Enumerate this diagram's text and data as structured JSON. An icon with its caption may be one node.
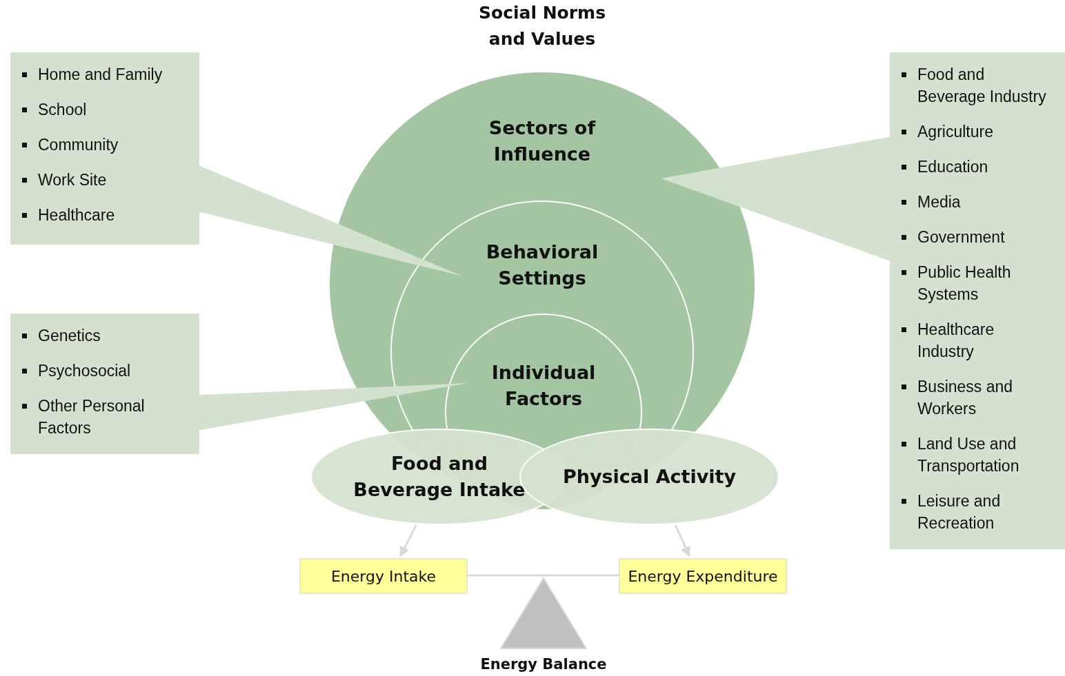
{
  "diagram": {
    "nodes": [
      {
        "text": [
          "Sectors of Influence"
        ]
      },
      {
        "text": [
          "Behavioral Settings"
        ],
        "in": 0
      },
      {
        "text": [
          "Individual Factors"
        ],
        "in": 1
      },
      {
        "text": [
          "Food and Beverage Intake"
        ]
      },
      {
        "text": [
          "Physical Activity"
        ]
      },
      {
        "text": [
          "Energy Intake"
        ]
      },
      {
        "text": [
          "Energy Expenditure"
        ]
      },
      {
        "text": [],
        "shape": "triangle",
        "beside": [
          "Energy Balance"
        ]
      },
      {
        "text": [
          "Home and Family",
          "School",
          "Community",
          "Work Site",
          "Healthcare"
        ]
      },
      {
        "text": [
          "Genetics",
          "Psychosocial",
          "Other Personal Factors"
        ]
      },
      {
        "text": [
          "Food and Beverage Industry",
          "Agriculture",
          "Education",
          "Media",
          "Government",
          "Public Health Systems",
          "Healthcare Industry",
          "Business and Workers",
          "Land Use and Transportation",
          "Leisure and Recreation"
        ]
      }
    ],
    "edges": [
      {
        "from": 3,
        "to": 5,
        "arrow": "to"
      },
      {
        "from": 4,
        "to": 6,
        "arrow": "to"
      },
      {
        "from": 5,
        "to": 6,
        "arrow": "none"
      },
      {
        "from": 8,
        "to": 1,
        "arrow": "none"
      },
      {
        "from": 9,
        "to": 2,
        "arrow": "none"
      },
      {
        "from": 10,
        "to": 0,
        "arrow": "none"
      }
    ],
    "labels": [
      "Social Norms and Values"
    ]
  }
}
